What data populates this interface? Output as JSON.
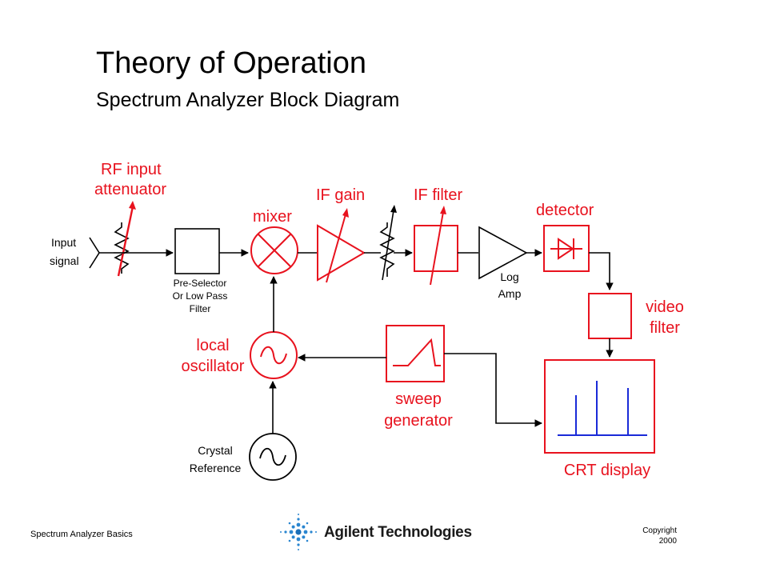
{
  "header": {
    "title": "Theory of Operation",
    "subtitle": "Spectrum Analyzer Block Diagram"
  },
  "diagram": {
    "input_label_1": "Input",
    "input_label_2": "signal",
    "rf_attenuator_1": "RF input",
    "rf_attenuator_2": "attenuator",
    "preselector_1": "Pre-Selector",
    "preselector_2": "Or Low Pass",
    "preselector_3": "Filter",
    "mixer": "mixer",
    "if_gain": "IF gain",
    "if_filter": "IF filter",
    "log_amp_1": "Log",
    "log_amp_2": "Amp",
    "detector": "detector",
    "video_filter_1": "video",
    "video_filter_2": "filter",
    "local_osc_1": "local",
    "local_osc_2": "oscillator",
    "sweep_gen_1": "sweep",
    "sweep_gen_2": "generator",
    "crystal_1": "Crystal",
    "crystal_2": "Reference",
    "crt_display": "CRT display"
  },
  "footer": {
    "left": "Spectrum Analyzer Basics",
    "company": "Agilent Technologies",
    "copyright_1": "Copyright",
    "copyright_2": "2000"
  },
  "colors": {
    "accent_red": "#e8121e",
    "display_blue": "#1a2ad8"
  }
}
